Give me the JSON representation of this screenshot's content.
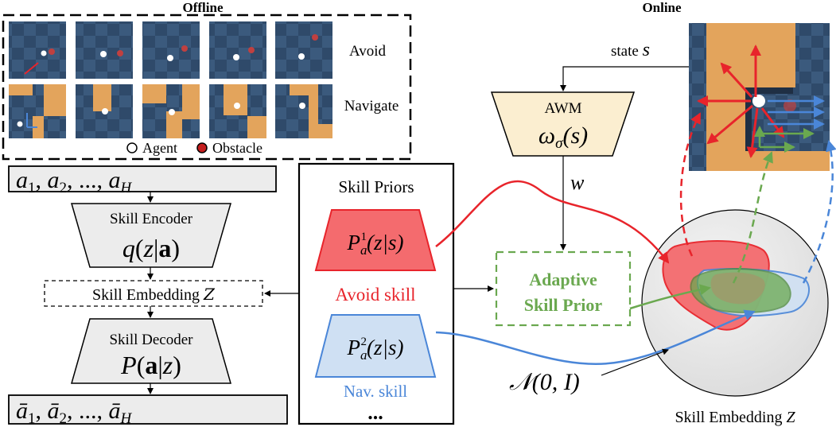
{
  "offline": {
    "title": "Offline",
    "row_labels": {
      "avoid": "Avoid",
      "navigate": "Navigate"
    },
    "legend": {
      "agent": "Agent",
      "obstacle": "Obstacle"
    }
  },
  "online": {
    "title": "Online"
  },
  "actions_top": {
    "a1": "a",
    "sub1": "1",
    "a2": "a",
    "sub2": "2",
    "dots": "...",
    "aH": "a",
    "subH": "H"
  },
  "encoder": {
    "title": "Skill Encoder",
    "formula": "q(z|a)"
  },
  "embedding_box": {
    "label": "Skill Embedding",
    "symbol": "Z"
  },
  "decoder": {
    "title": "Skill Decoder",
    "formula": "P(a|z)"
  },
  "actions_bottom": {
    "a1": "ā",
    "sub1": "1",
    "a2": "ā",
    "sub2": "2",
    "dots": "...",
    "aH": "ā",
    "subH": "H"
  },
  "priors": {
    "title": "Skill Priors",
    "avoid_formula": "P",
    "avoid_sup": "1",
    "avoid_sub": "a",
    "avoid_args": "(z|s)",
    "avoid_label": "Avoid skill",
    "nav_formula": "P",
    "nav_sup": "2",
    "nav_sub": "a",
    "nav_args": "(z|s)",
    "nav_label": "Nav. skill",
    "more": "..."
  },
  "awm": {
    "title": "AWM",
    "formula": "ω",
    "sub": "σ",
    "args": "(s)",
    "state_label": "state",
    "state_var": "s",
    "weight_var": "w"
  },
  "adaptive": {
    "line1": "Adaptive",
    "line2": "Skill Prior"
  },
  "normal": {
    "label": "𝒩(0, I)"
  },
  "sphere": {
    "label": "Skill Embedding",
    "symbol": "Z"
  },
  "colors": {
    "avoid": "#e8242b",
    "avoid_fill": "#f46b6e",
    "nav": "#4a86d8",
    "nav_fill": "#cfe0f3",
    "adaptive": "#6aa84f",
    "box_fill": "#ececec",
    "awm_fill": "#fbeed0"
  }
}
